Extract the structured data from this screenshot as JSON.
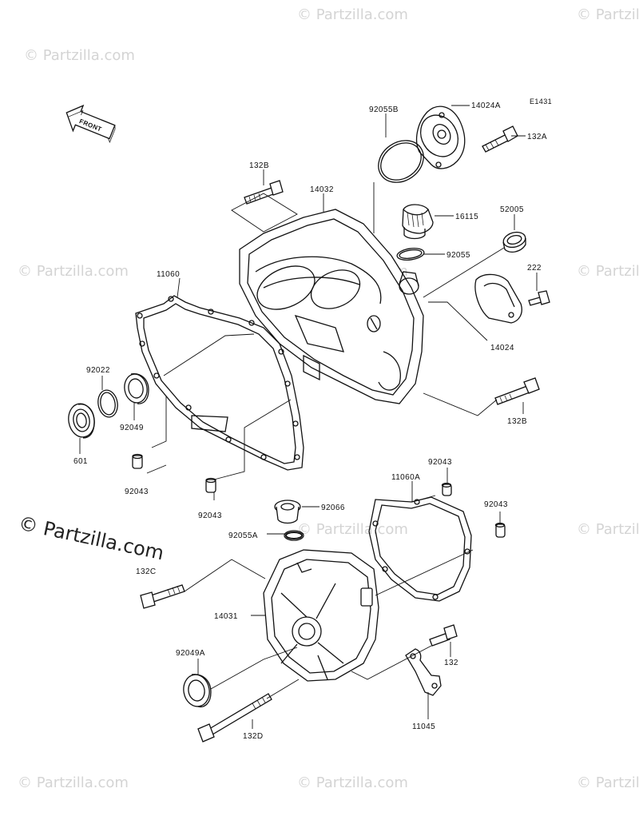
{
  "diagram_code": "E1431",
  "front_label": "FRONT",
  "watermark": {
    "tile_text": "© Partzilla.com",
    "main_text": "© Partzilla.com"
  },
  "part_labels": [
    {
      "id": "p-92055b",
      "text": "92055B"
    },
    {
      "id": "p-14024a",
      "text": "14024A"
    },
    {
      "id": "p-132a",
      "text": "132A"
    },
    {
      "id": "p-132b-top",
      "text": "132B"
    },
    {
      "id": "p-14032",
      "text": "14032"
    },
    {
      "id": "p-16115",
      "text": "16115"
    },
    {
      "id": "p-52005",
      "text": "52005"
    },
    {
      "id": "p-92055",
      "text": "92055"
    },
    {
      "id": "p-222",
      "text": "222"
    },
    {
      "id": "p-11060",
      "text": "11060"
    },
    {
      "id": "p-14024",
      "text": "14024"
    },
    {
      "id": "p-92022",
      "text": "92022"
    },
    {
      "id": "p-132b-right",
      "text": "132B"
    },
    {
      "id": "p-92049",
      "text": "92049"
    },
    {
      "id": "p-601",
      "text": "601"
    },
    {
      "id": "p-92043-a",
      "text": "92043"
    },
    {
      "id": "p-92043-b",
      "text": "92043"
    },
    {
      "id": "p-92043-c",
      "text": "92043"
    },
    {
      "id": "p-11060a",
      "text": "11060A"
    },
    {
      "id": "p-92043-d",
      "text": "92043"
    },
    {
      "id": "p-92066",
      "text": "92066"
    },
    {
      "id": "p-92055a",
      "text": "92055A"
    },
    {
      "id": "p-132c",
      "text": "132C"
    },
    {
      "id": "p-14031",
      "text": "14031"
    },
    {
      "id": "p-92049a",
      "text": "92049A"
    },
    {
      "id": "p-132",
      "text": "132"
    },
    {
      "id": "p-11045",
      "text": "11045"
    },
    {
      "id": "p-132d",
      "text": "132D"
    }
  ]
}
